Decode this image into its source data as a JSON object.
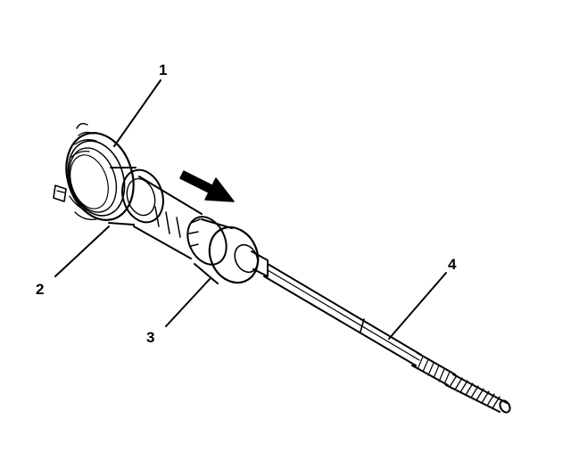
{
  "diagram": {
    "callouts": [
      {
        "id": "1",
        "label": "1"
      },
      {
        "id": "2",
        "label": "2"
      },
      {
        "id": "3",
        "label": "3"
      },
      {
        "id": "4",
        "label": "4"
      }
    ],
    "colors": {
      "line": "#000000",
      "background": "#ffffff"
    },
    "icons": {
      "direction_arrow": "arrow-down-right-icon"
    }
  }
}
